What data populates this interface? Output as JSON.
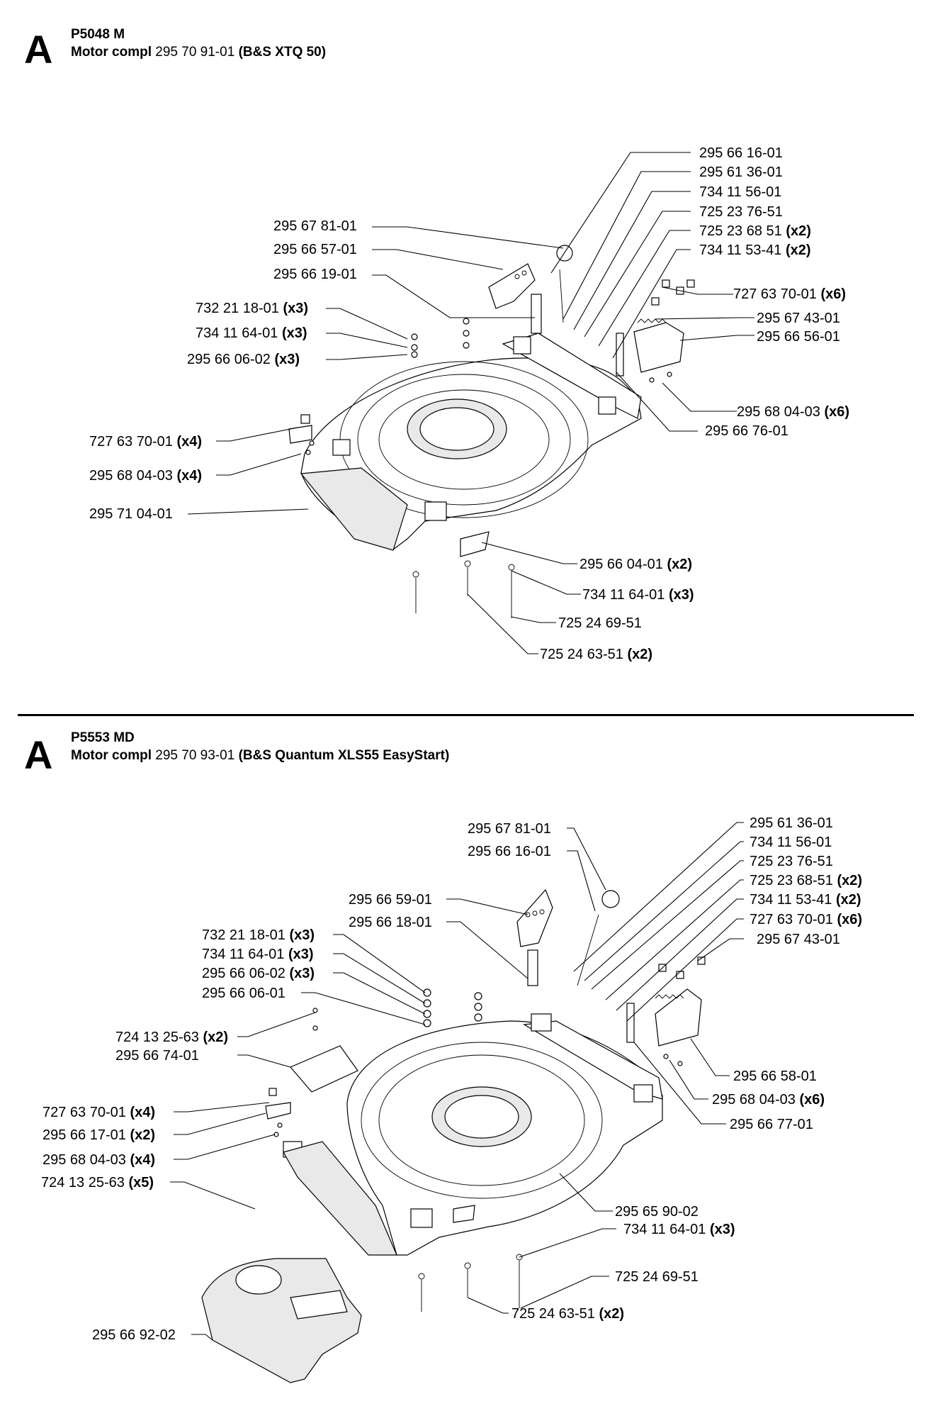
{
  "section_a": {
    "letter": "A",
    "model": "P5048 M",
    "motor_prefix": "Motor compl",
    "motor_number": "295 70 91-01",
    "motor_desc": "(B&S XTQ 50)",
    "callouts": [
      {
        "part": "295 66 16-01",
        "qty": ""
      },
      {
        "part": "295 61 36-01",
        "qty": ""
      },
      {
        "part": "734 11 56-01",
        "qty": ""
      },
      {
        "part": "725 23 76-51",
        "qty": ""
      },
      {
        "part": "725 23 68 51",
        "qty": "(x2)"
      },
      {
        "part": "734 11 53-41",
        "qty": "(x2)"
      },
      {
        "part": "295 67 81-01",
        "qty": ""
      },
      {
        "part": "295 66 57-01",
        "qty": ""
      },
      {
        "part": "295 66 19-01",
        "qty": ""
      },
      {
        "part": "727 63 70-01",
        "qty": "(x6)"
      },
      {
        "part": "732 21 18-01",
        "qty": "(x3)"
      },
      {
        "part": "295 67 43-01",
        "qty": ""
      },
      {
        "part": "734 11 64-01",
        "qty": "(x3)"
      },
      {
        "part": "295 66 56-01",
        "qty": ""
      },
      {
        "part": "295 66 06-02",
        "qty": "(x3)"
      },
      {
        "part": "295 68 04-03",
        "qty": "(x6)"
      },
      {
        "part": "295 66 76-01",
        "qty": ""
      },
      {
        "part": "727 63 70-01",
        "qty": "(x4)"
      },
      {
        "part": "295 68 04-03",
        "qty": "(x4)"
      },
      {
        "part": "295 71 04-01",
        "qty": ""
      },
      {
        "part": "295 66 04-01",
        "qty": "(x2)"
      },
      {
        "part": "734 11 64-01",
        "qty": "(x3)"
      },
      {
        "part": "725 24 69-51",
        "qty": ""
      },
      {
        "part": "725 24 63-51",
        "qty": "(x2)"
      }
    ]
  },
  "section_b": {
    "letter": "A",
    "model": "P5553 MD",
    "motor_prefix": "Motor compl",
    "motor_number": "295 70 93-01",
    "motor_desc": "(B&S Quantum XLS55 EasyStart)",
    "callouts": [
      {
        "part": "295 67 81-01",
        "qty": ""
      },
      {
        "part": "295 61 36-01",
        "qty": ""
      },
      {
        "part": "734 11 56-01",
        "qty": ""
      },
      {
        "part": "295 66 16-01",
        "qty": ""
      },
      {
        "part": "725 23 76-51",
        "qty": ""
      },
      {
        "part": "725 23 68-51",
        "qty": "(x2)"
      },
      {
        "part": "295 66 59-01",
        "qty": ""
      },
      {
        "part": "734 11 53-41",
        "qty": "(x2)"
      },
      {
        "part": "295 66 18-01",
        "qty": ""
      },
      {
        "part": "727 63 70-01",
        "qty": "(x6)"
      },
      {
        "part": "732 21 18-01",
        "qty": "(x3)"
      },
      {
        "part": "295 67 43-01",
        "qty": ""
      },
      {
        "part": "734 11 64-01",
        "qty": "(x3)"
      },
      {
        "part": "295 66 06-02",
        "qty": "(x3)"
      },
      {
        "part": "295 66 06-01",
        "qty": ""
      },
      {
        "part": "724 13 25-63",
        "qty": "(x2)"
      },
      {
        "part": "295 66 74-01",
        "qty": ""
      },
      {
        "part": "295 66 58-01",
        "qty": ""
      },
      {
        "part": "295 68 04-03",
        "qty": "(x6)"
      },
      {
        "part": "295 66 77-01",
        "qty": ""
      },
      {
        "part": "727 63 70-01",
        "qty": "(x4)"
      },
      {
        "part": "295 66 17-01",
        "qty": "(x2)"
      },
      {
        "part": "295 68 04-03",
        "qty": "(x4)"
      },
      {
        "part": "724 13 25-63",
        "qty": "(x5)"
      },
      {
        "part": "295 65 90-02",
        "qty": ""
      },
      {
        "part": "734 11 64-01",
        "qty": "(x3)"
      },
      {
        "part": "725 24 69-51",
        "qty": ""
      },
      {
        "part": "725 24 63-51",
        "qty": "(x2)"
      },
      {
        "part": "295 66 92-02",
        "qty": ""
      }
    ]
  }
}
